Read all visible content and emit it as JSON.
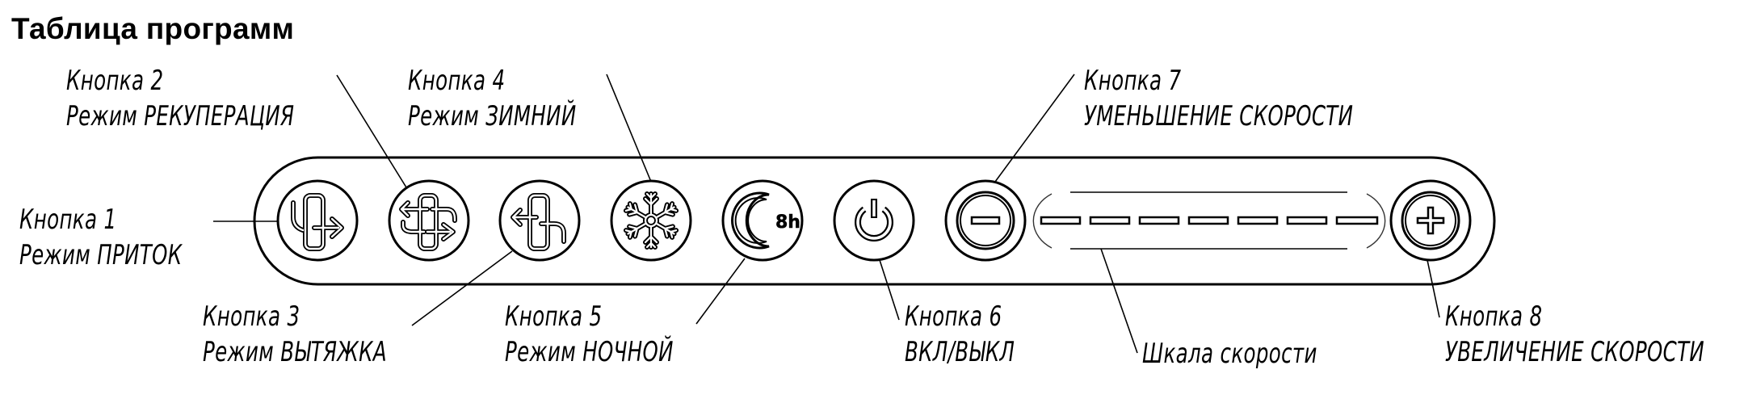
{
  "title": "Таблица программ",
  "colors": {
    "ink": "#000000",
    "background": "#ffffff"
  },
  "panel": {
    "buttons": [
      {
        "id": 1,
        "icon": "supply-airflow-icon"
      },
      {
        "id": 2,
        "icon": "recuperation-airflow-icon"
      },
      {
        "id": 3,
        "icon": "exhaust-airflow-icon"
      },
      {
        "id": 4,
        "icon": "snowflake-icon"
      },
      {
        "id": 5,
        "icon": "moon-8h-icon",
        "badge": "8h"
      },
      {
        "id": 6,
        "icon": "power-icon"
      },
      {
        "id": 7,
        "icon": "minus-icon"
      },
      {
        "id": 8,
        "icon": "plus-icon"
      }
    ],
    "speed_scale": {
      "segments": 7
    }
  },
  "labels": {
    "btn1": {
      "line1": "Кнопка 1",
      "line2": "Режим ПРИТОК"
    },
    "btn2": {
      "line1": "Кнопка 2",
      "line2": "Режим РЕКУПЕРАЦИЯ"
    },
    "btn3": {
      "line1": "Кнопка 3",
      "line2": "Режим ВЫТЯЖКА"
    },
    "btn4": {
      "line1": "Кнопка 4",
      "line2": "Режим ЗИМНИЙ"
    },
    "btn5": {
      "line1": "Кнопка 5",
      "line2": "Режим НОЧНОЙ"
    },
    "btn6": {
      "line1": "Кнопка 6",
      "line2": "ВКЛ/ВЫКЛ"
    },
    "btn7": {
      "line1": "Кнопка 7",
      "line2": "УМЕНЬШЕНИЕ СКОРОСТИ"
    },
    "btn8": {
      "line1": "Кнопка 8",
      "line2": "УВЕЛИЧЕНИЕ СКОРОСТИ"
    },
    "scale": {
      "line1": "Шкала скорости"
    }
  }
}
